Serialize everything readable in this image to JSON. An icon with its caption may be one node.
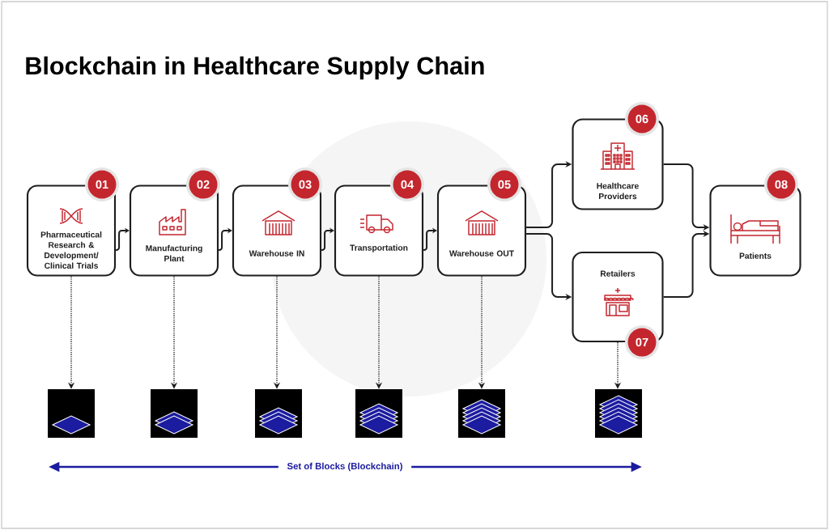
{
  "diagram": {
    "title": "Blockchain in Healthcare Supply Chain",
    "nodes": [
      {
        "text": [
          "Pharmaceutical Research & Development/ Clinical Trials"
        ],
        "beside": [
          "01"
        ]
      },
      {
        "text": [
          "Manufacturing Plant"
        ],
        "beside": [
          "02"
        ]
      },
      {
        "text": [
          "Warehouse IN"
        ],
        "beside": [
          "03"
        ]
      },
      {
        "text": [
          "Transportation"
        ],
        "beside": [
          "04"
        ]
      },
      {
        "text": [
          "Warehouse OUT"
        ],
        "beside": [
          "05"
        ]
      },
      {
        "text": [
          "Healthcare Providers"
        ],
        "beside": [
          "06"
        ]
      },
      {
        "text": [
          "Retailers"
        ],
        "beside": [
          "07"
        ]
      },
      {
        "text": [
          "Patients"
        ],
        "beside": [
          "08"
        ]
      },
      {
        "text": [],
        "shape": "box"
      },
      {
        "text": [],
        "shape": "box"
      },
      {
        "text": [],
        "shape": "box"
      },
      {
        "text": [],
        "shape": "box"
      },
      {
        "text": [],
        "shape": "box"
      },
      {
        "text": [],
        "shape": "box"
      }
    ],
    "edges": [
      {
        "from": 0,
        "to": 1,
        "arrow": "to"
      },
      {
        "from": 1,
        "to": 2,
        "arrow": "to"
      },
      {
        "from": 2,
        "to": 3,
        "arrow": "to"
      },
      {
        "from": 3,
        "to": 4,
        "arrow": "to"
      },
      {
        "from": 4,
        "to": 5,
        "arrow": "to"
      },
      {
        "from": 4,
        "to": 6,
        "arrow": "to"
      },
      {
        "from": 5,
        "to": 7,
        "arrow": "to"
      },
      {
        "from": 6,
        "to": 7,
        "arrow": "to"
      },
      {
        "from": 0,
        "to": 8,
        "arrow": "to",
        "style": "dashed"
      },
      {
        "from": 1,
        "to": 9,
        "arrow": "to",
        "style": "dashed"
      },
      {
        "from": 2,
        "to": 10,
        "arrow": "to",
        "style": "dashed"
      },
      {
        "from": 3,
        "to": 11,
        "arrow": "to",
        "style": "dashed"
      },
      {
        "from": 4,
        "to": 12,
        "arrow": "to",
        "style": "dashed"
      },
      {
        "from": 6,
        "to": 13,
        "arrow": "to",
        "style": "dashed"
      }
    ],
    "labels": [
      "Set of Blocks (Blockchain)"
    ]
  }
}
